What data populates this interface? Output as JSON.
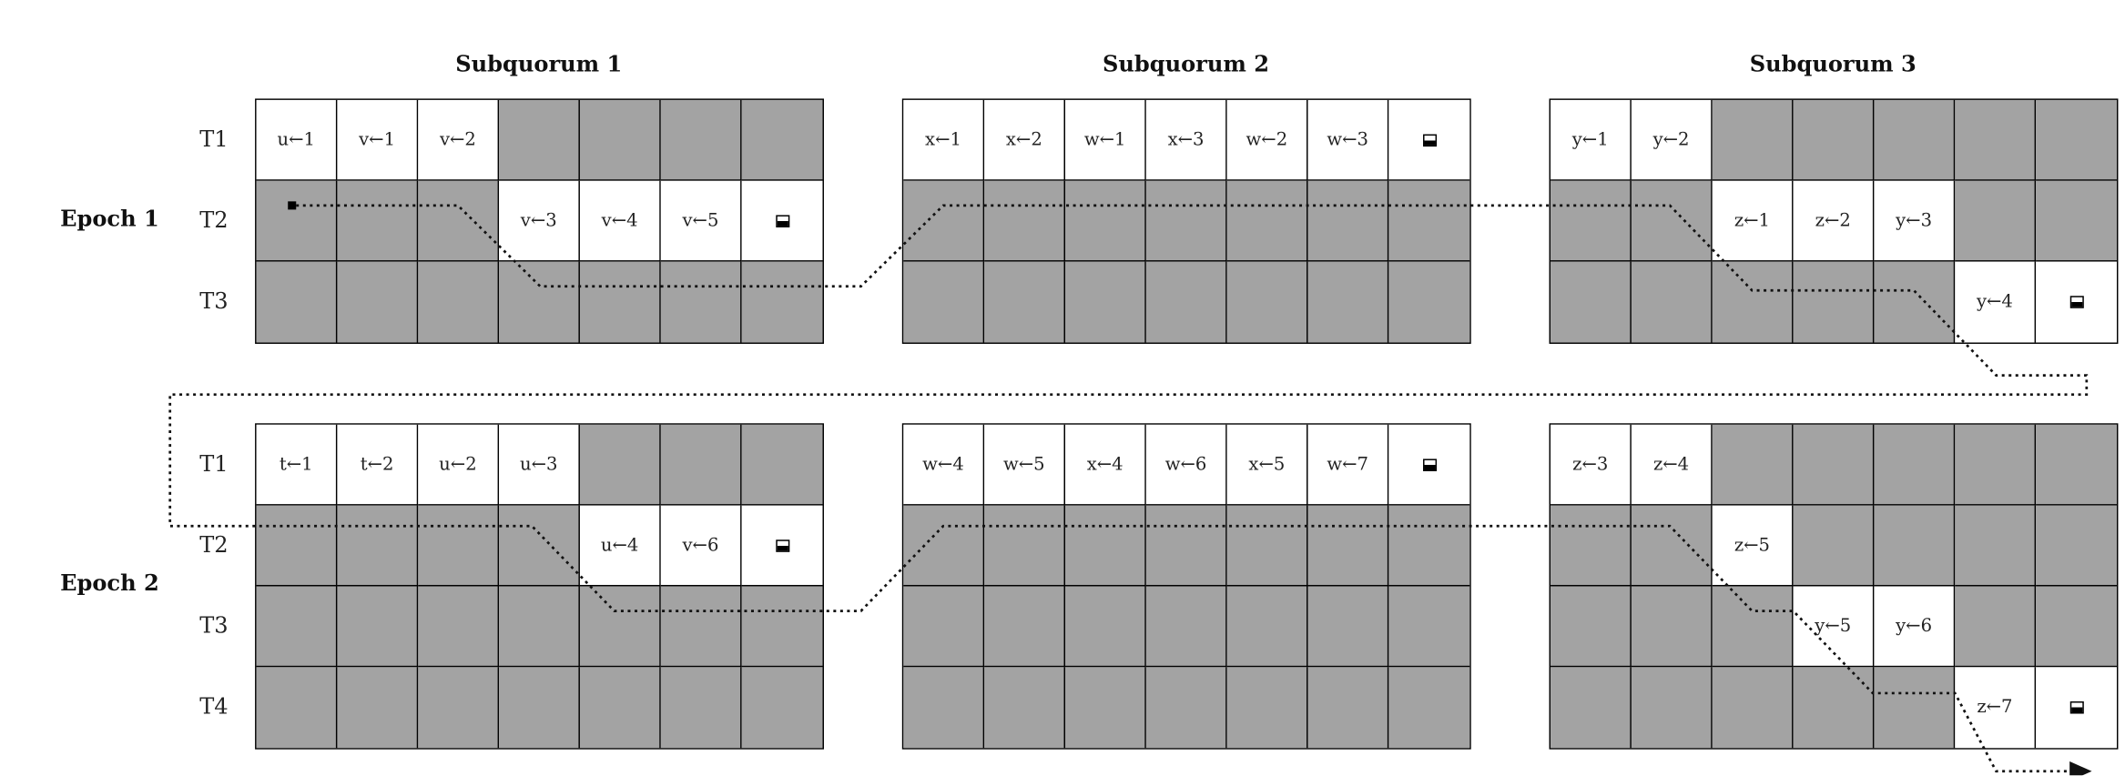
{
  "subquorums": [
    "Subquorum 1",
    "Subquorum 2",
    "Subquorum 3"
  ],
  "epochs": [
    {
      "label": "Epoch 1",
      "threads": [
        "T1",
        "T2",
        "T3"
      ],
      "blocks": [
        {
          "cells": [
            [
              "u←1",
              "v←1",
              "v←2",
              null,
              null,
              null,
              null
            ],
            [
              null,
              null,
              null,
              "v←3",
              "v←4",
              "v←5",
              "commit"
            ],
            [
              null,
              null,
              null,
              null,
              null,
              null,
              null
            ]
          ]
        },
        {
          "cells": [
            [
              "x←1",
              "x←2",
              "w←1",
              "x←3",
              "w←2",
              "w←3",
              "commit"
            ],
            [
              null,
              null,
              null,
              null,
              null,
              null,
              null
            ],
            [
              null,
              null,
              null,
              null,
              null,
              null,
              null
            ]
          ]
        },
        {
          "cells": [
            [
              "y←1",
              "y←2",
              null,
              null,
              null,
              null,
              null
            ],
            [
              null,
              null,
              "z←1",
              "z←2",
              "y←3",
              null,
              null
            ],
            [
              null,
              null,
              null,
              null,
              null,
              "y←4",
              "commit"
            ]
          ]
        }
      ]
    },
    {
      "label": "Epoch 2",
      "threads": [
        "T1",
        "T2",
        "T3",
        "T4"
      ],
      "blocks": [
        {
          "cells": [
            [
              "t←1",
              "t←2",
              "u←2",
              "u←3",
              null,
              null,
              null
            ],
            [
              null,
              null,
              null,
              null,
              "u←4",
              "v←6",
              "commit"
            ],
            [
              null,
              null,
              null,
              null,
              null,
              null,
              null
            ],
            [
              null,
              null,
              null,
              null,
              null,
              null,
              null
            ]
          ]
        },
        {
          "cells": [
            [
              "w←4",
              "w←5",
              "x←4",
              "w←6",
              "x←5",
              "w←7",
              "commit"
            ],
            [
              null,
              null,
              null,
              null,
              null,
              null,
              null
            ],
            [
              null,
              null,
              null,
              null,
              null,
              null,
              null
            ],
            [
              null,
              null,
              null,
              null,
              null,
              null,
              null
            ]
          ]
        },
        {
          "cells": [
            [
              "z←3",
              "z←4",
              null,
              null,
              null,
              null,
              null
            ],
            [
              null,
              null,
              "z←5",
              null,
              null,
              null,
              null
            ],
            [
              null,
              null,
              null,
              "y←5",
              "y←6",
              null,
              null
            ],
            [
              null,
              null,
              null,
              null,
              null,
              "z←7",
              "commit"
            ]
          ]
        }
      ]
    }
  ],
  "legend_note": "commit = half-filled square marker; white cells = executed operations; grey = idle"
}
